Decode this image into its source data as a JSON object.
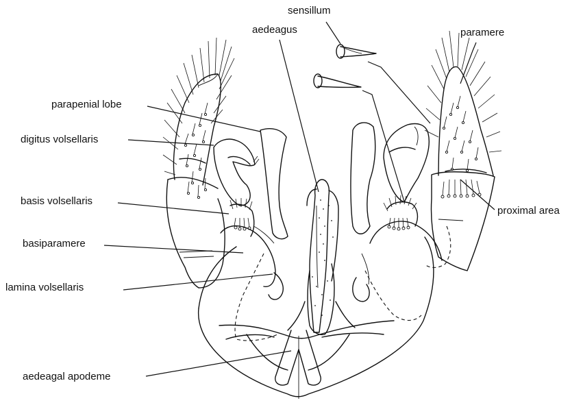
{
  "labels": {
    "sensillum": "sensillum",
    "aedeagus": "aedeagus",
    "paramere": "paramere",
    "parapenial_lobe": "parapenial lobe",
    "digitus_volsellaris": "digitus volsellaris",
    "basis_volsellaris": "basis volsellaris",
    "basiparamere": "basiparamere",
    "lamina_volsellaris": "lamina volsellaris",
    "proximal_area": "proximal area",
    "aedeagal_apodeme": "aedeagal apodeme"
  }
}
